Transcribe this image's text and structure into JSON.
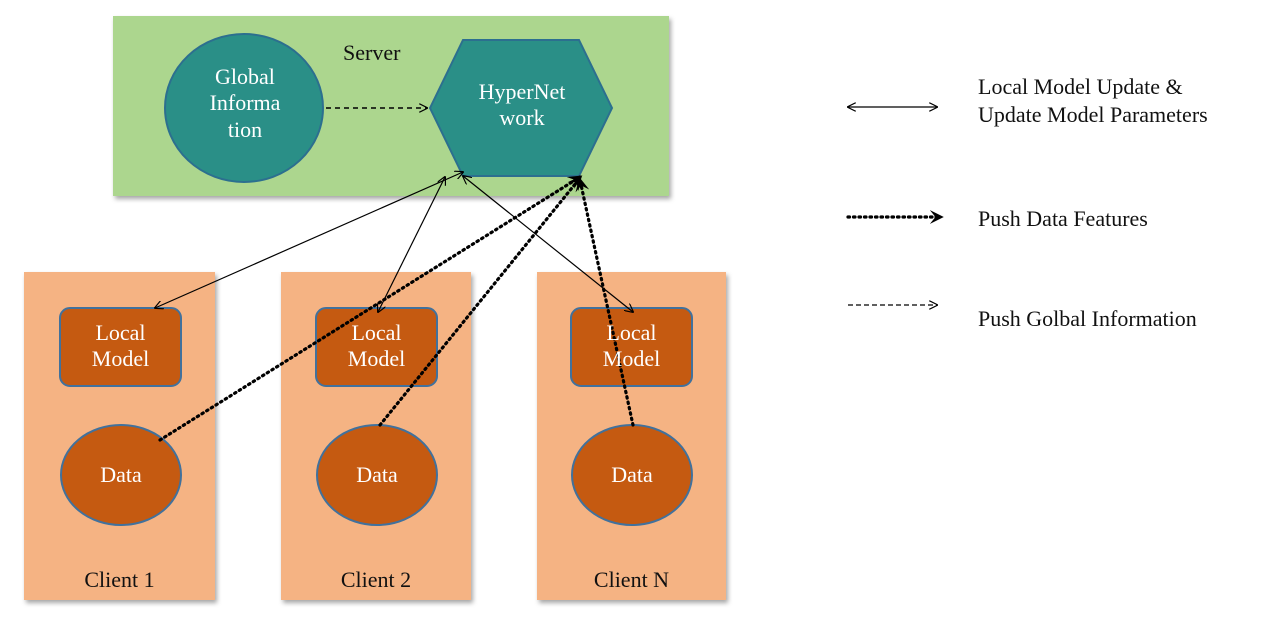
{
  "server": {
    "label": "Server",
    "global_info_lines": [
      "Global",
      "Informa",
      "tion"
    ],
    "hypernet_lines": [
      "HyperNet",
      "work"
    ]
  },
  "clients": [
    {
      "label": "Client 1",
      "model_lines": [
        "Local",
        "Model"
      ],
      "data_label": "Data"
    },
    {
      "label": "Client 2",
      "model_lines": [
        "Local",
        "Model"
      ],
      "data_label": "Data"
    },
    {
      "label": "Client N",
      "model_lines": [
        "Local",
        "Model"
      ],
      "data_label": "Data"
    }
  ],
  "legend": {
    "items": [
      {
        "style": "solid-double-arrow",
        "lines": [
          "Local Model Update &",
          "Update Model Parameters"
        ]
      },
      {
        "style": "dotted-bold-arrow",
        "lines": [
          "Push Data Features"
        ]
      },
      {
        "style": "dashed-arrow",
        "lines": [
          "Push Golbal Information"
        ]
      }
    ]
  },
  "colors": {
    "server_bg": "#acd68e",
    "teal": "#2a8f87",
    "teal_border": "#2c6f8f",
    "client_bg": "#f5b383",
    "orange": "#c55a11",
    "orange_border": "#41719c"
  }
}
